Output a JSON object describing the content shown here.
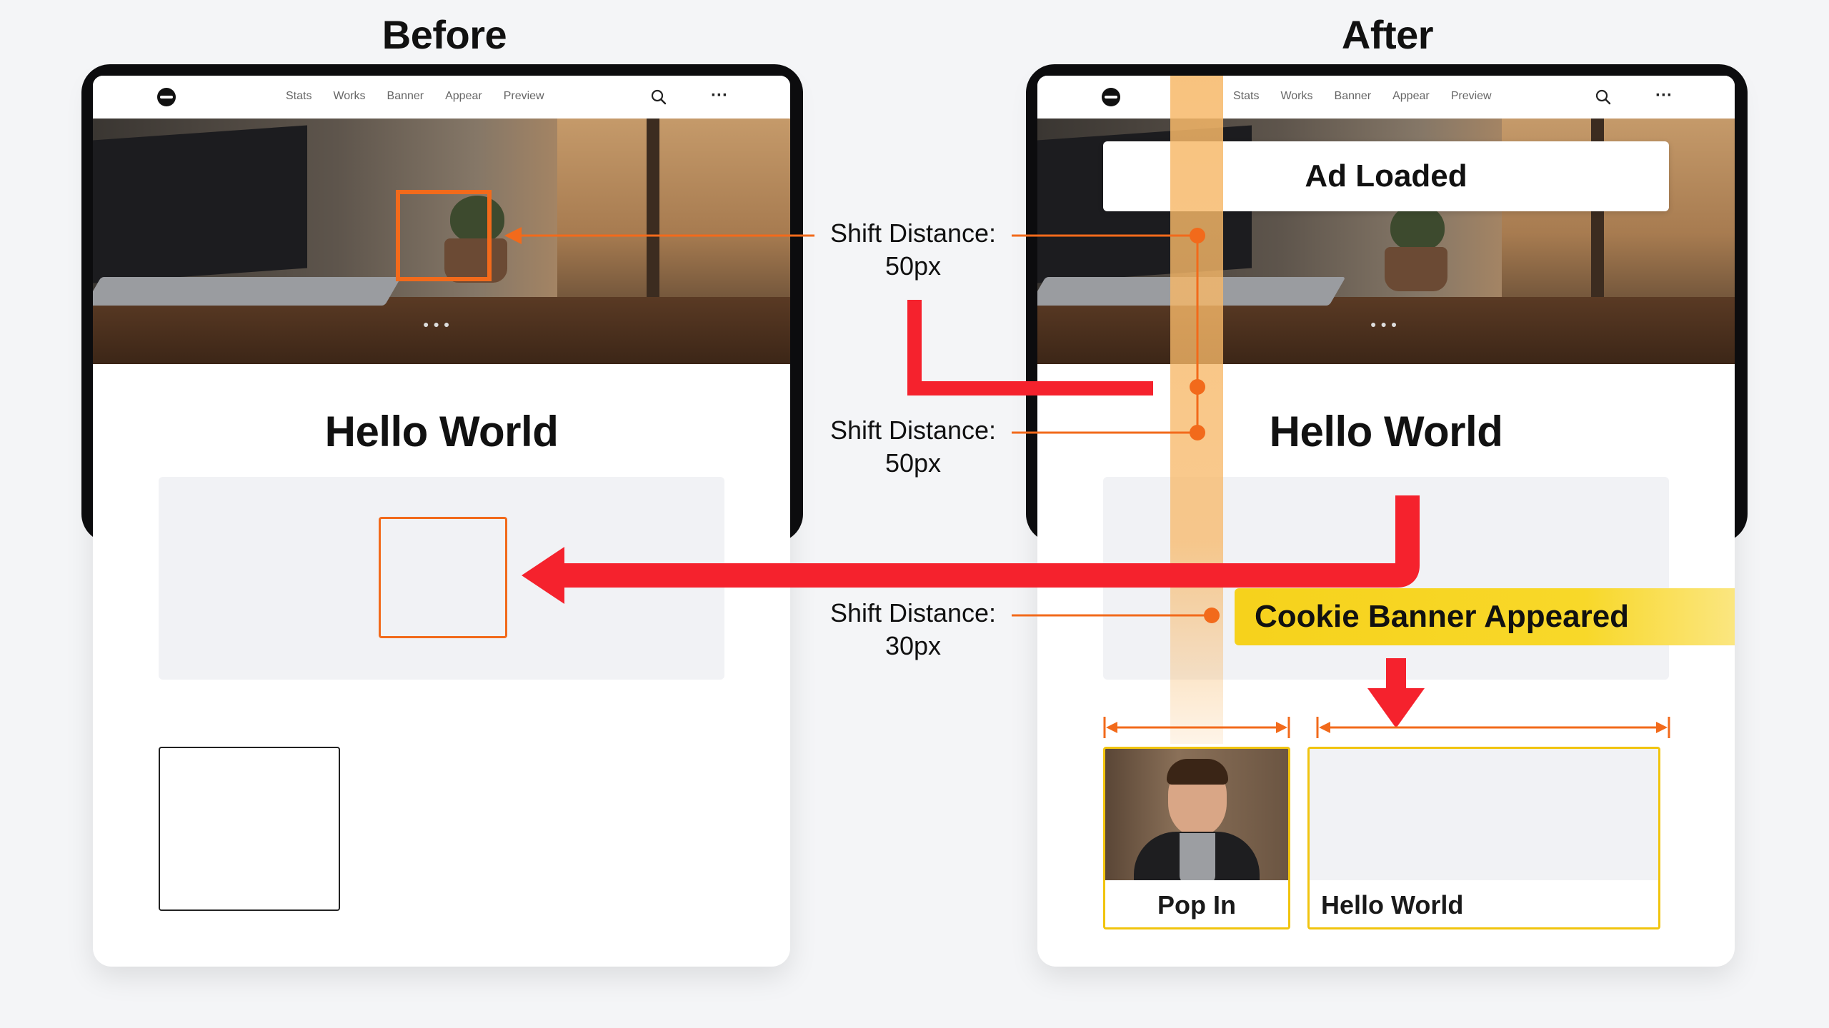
{
  "headings": {
    "before": "Before",
    "after": "After"
  },
  "nav": {
    "items": [
      "Stats",
      "Works",
      "Banner",
      "Appear",
      "Preview"
    ]
  },
  "after_nav": {
    "items": [
      "Stats",
      "Works",
      "Banner",
      "Appear",
      "Preview"
    ]
  },
  "before_panel": {
    "title": "Hello World"
  },
  "after_panel": {
    "title": "Hello World",
    "ad_banner": "Ad Loaded",
    "cookie_banner": "Cookie Banner Appeared",
    "pop_in_label": "Pop In",
    "card_title": "Hello World"
  },
  "shift_labels": [
    {
      "line1": "Shift Distance:",
      "line2": "50px"
    },
    {
      "line1": "Shift Distance:",
      "line2": "50px"
    },
    {
      "line1": "Shift Distance:",
      "line2": "30px"
    }
  ],
  "colors": {
    "highlight_orange": "#f26a1b",
    "arrow_red": "#f5222d",
    "cookie_yellow": "#f6d21c",
    "card_outline_yellow": "#f1c40f",
    "shift_strip": "#f7b868"
  },
  "icons": {
    "search": "search-icon",
    "more": "more-icon",
    "logo": "logo-icon"
  }
}
